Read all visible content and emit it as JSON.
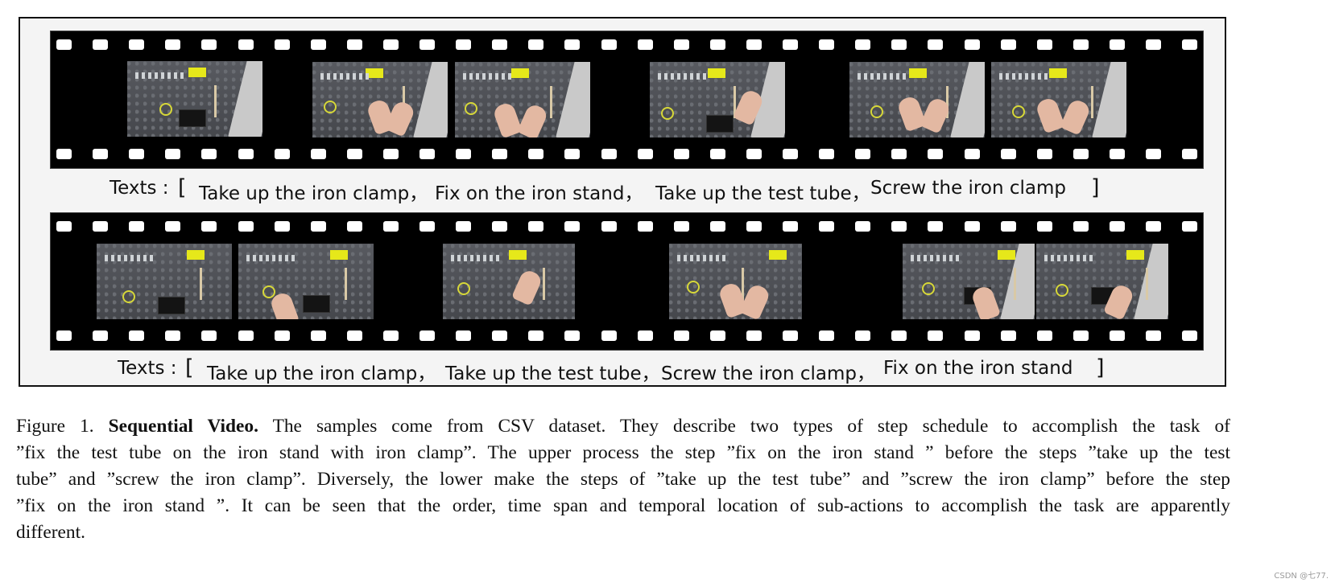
{
  "panel": {
    "upper_texts": {
      "prefix": "Texts :",
      "open_bracket": "[",
      "steps": [
        "Take up the iron clamp，",
        "Fix on the iron stand，",
        "Take up the test tube，",
        "Screw the iron clamp"
      ],
      "close_bracket": "]"
    },
    "lower_texts": {
      "prefix": "Texts :",
      "open_bracket": "[",
      "steps": [
        "Take up the iron clamp，",
        "Take up the test tube，",
        "Screw the iron clamp，",
        "Fix on the iron stand"
      ],
      "close_bracket": "]"
    }
  },
  "caption": {
    "label": "Figure 1.",
    "title": "Sequential Video.",
    "line1_rest": "The samples come from CSV dataset.  They describe two types of step schedule to accomplish the task of",
    "line2": "”fix the test tube on the iron stand with iron clamp”. The upper process the step ”fix on the iron stand ” before the steps ”take up the test",
    "line3": "tube” and ”screw the iron clamp”. Diversely, the lower make the steps of ”take up the test tube” and ”screw the iron clamp” before the step",
    "line4": "”fix on the iron stand ”. It can be seen that the order, time span and temporal location of sub-actions to accomplish the task are apparently",
    "line5": "different."
  },
  "watermark": "CSDN @七77."
}
